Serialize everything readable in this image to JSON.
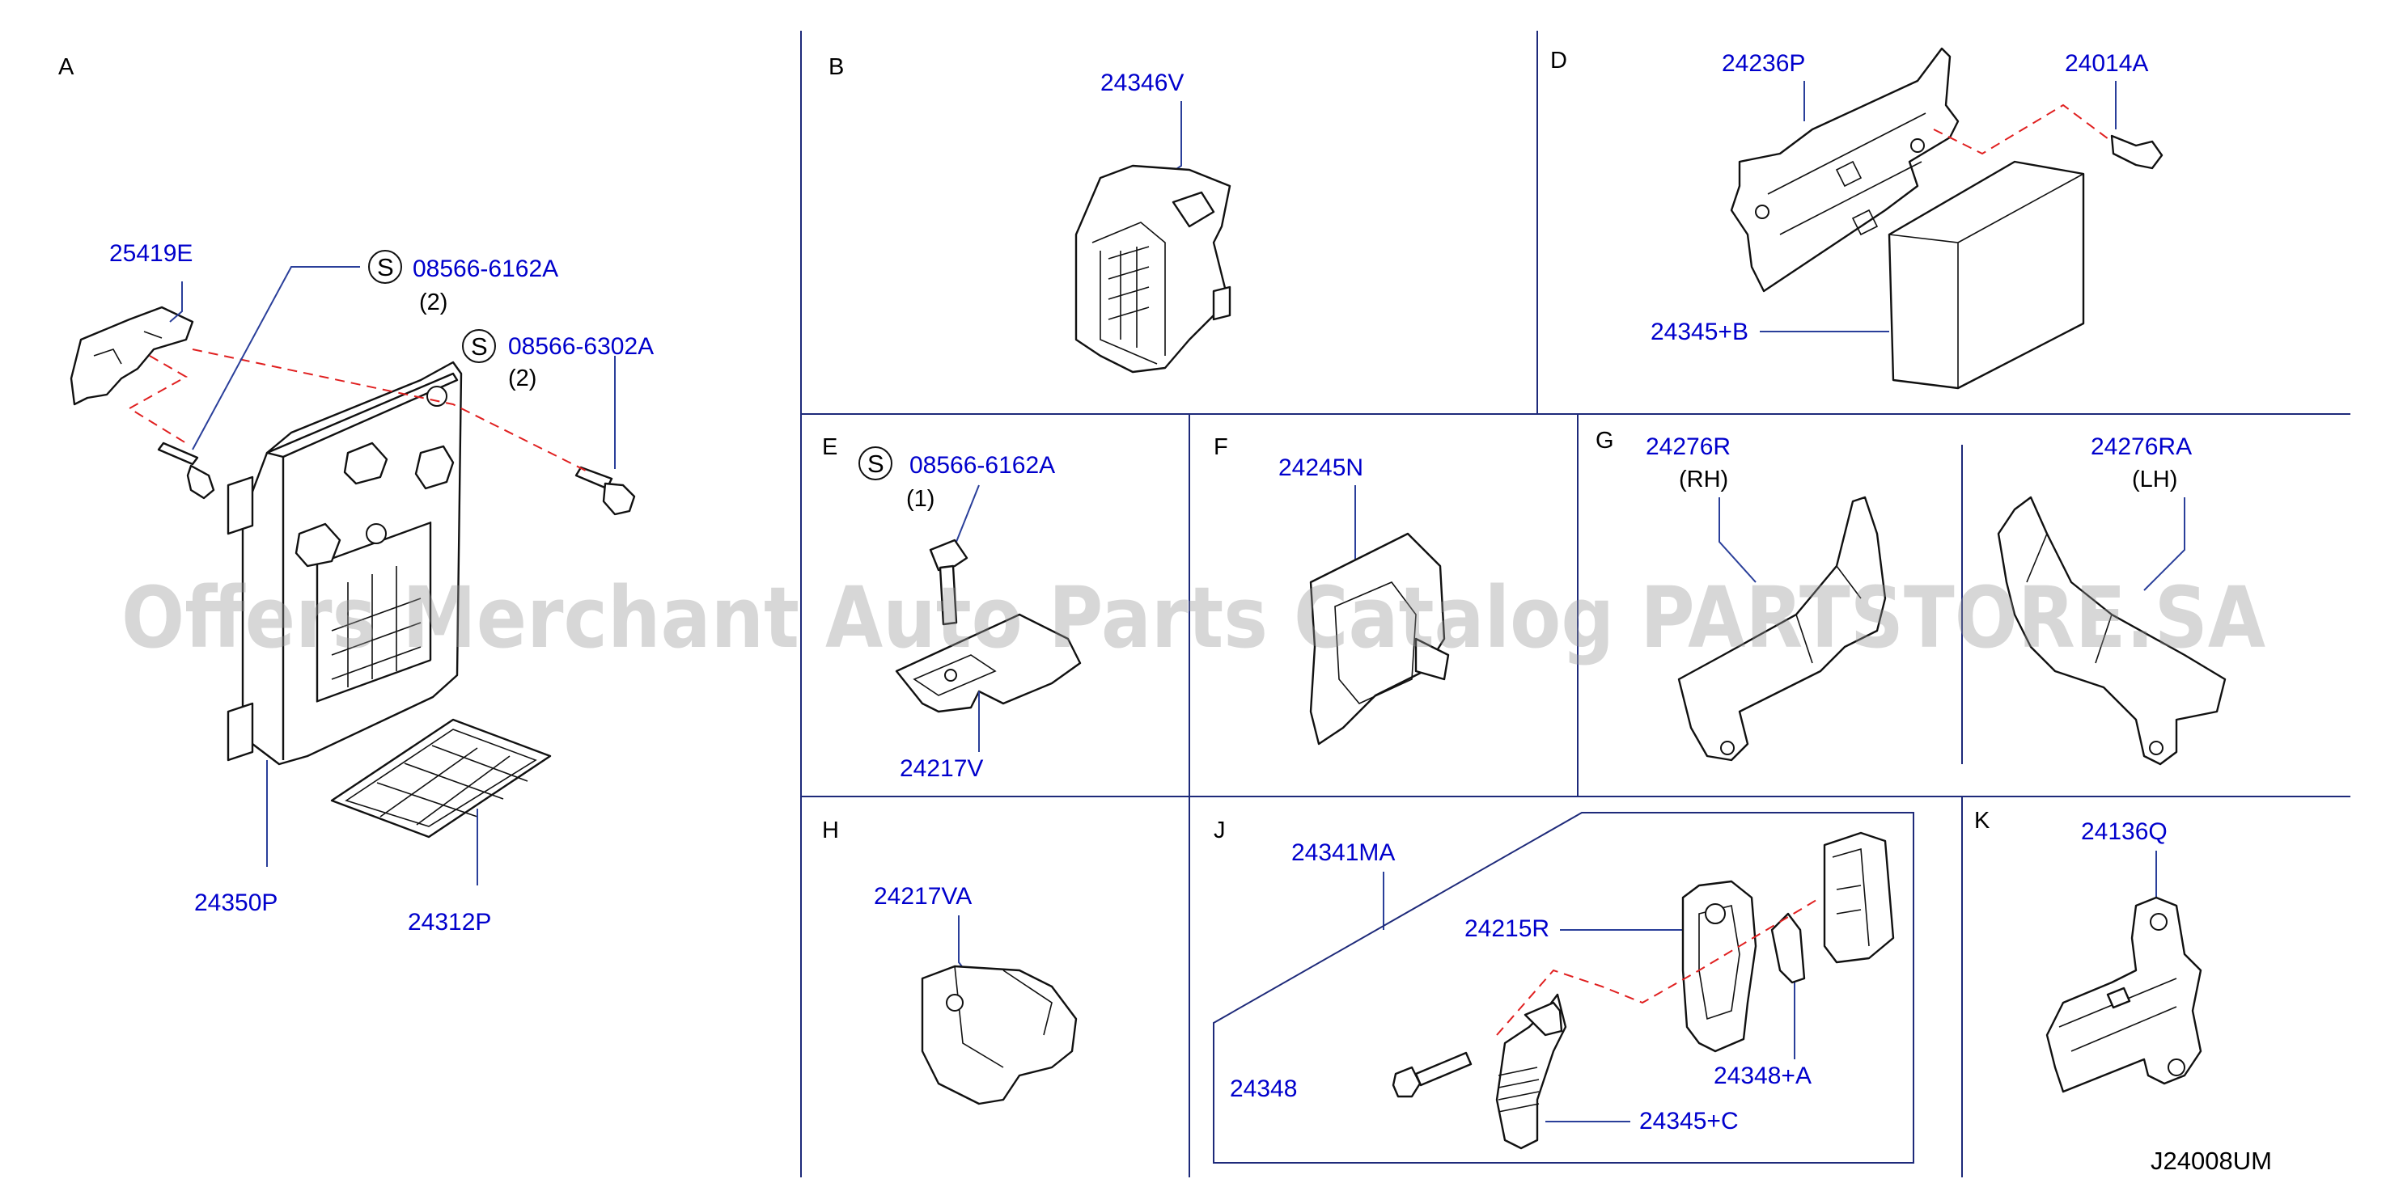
{
  "watermark": "Offers Merchant Auto Parts Catalog PARTSTORE.SA",
  "diagram_code": "J24008UM",
  "colors": {
    "label": "#0000cc",
    "grid": "#1e2a7a",
    "dashed_guide": "#e02020",
    "watermark": "#969696"
  },
  "sections": {
    "A": {
      "letter": "A",
      "parts": {
        "p25419E": "25419E",
        "p24350P": "24350P",
        "p24312P": "24312P"
      },
      "screw1": {
        "symbol": "S",
        "part": "08566-6162A",
        "qty": "(2)"
      },
      "screw2": {
        "symbol": "S",
        "part": "08566-6302A",
        "qty": "(2)"
      }
    },
    "B": {
      "letter": "B",
      "parts": {
        "p24346V": "24346V"
      }
    },
    "D": {
      "letter": "D",
      "parts": {
        "p24236P": "24236P",
        "p24014A": "24014A",
        "p24345B": "24345+B"
      }
    },
    "E": {
      "letter": "E",
      "screw": {
        "symbol": "S",
        "part": "08566-6162A",
        "qty": "(1)"
      },
      "parts": {
        "p24217V": "24217V"
      }
    },
    "F": {
      "letter": "F",
      "parts": {
        "p24245N": "24245N"
      }
    },
    "G": {
      "letter": "G",
      "rh": {
        "part": "24276R",
        "side": "(RH)"
      },
      "lh": {
        "part": "24276RA",
        "side": "(LH)"
      }
    },
    "H": {
      "letter": "H",
      "parts": {
        "p24217VA": "24217VA"
      }
    },
    "J": {
      "letter": "J",
      "parts": {
        "p24341MA": "24341MA",
        "p24215R": "24215R",
        "p24348": "24348",
        "p24348A": "24348+A",
        "p24345C": "24345+C"
      }
    },
    "K": {
      "letter": "K",
      "parts": {
        "p24136Q": "24136Q"
      }
    }
  }
}
